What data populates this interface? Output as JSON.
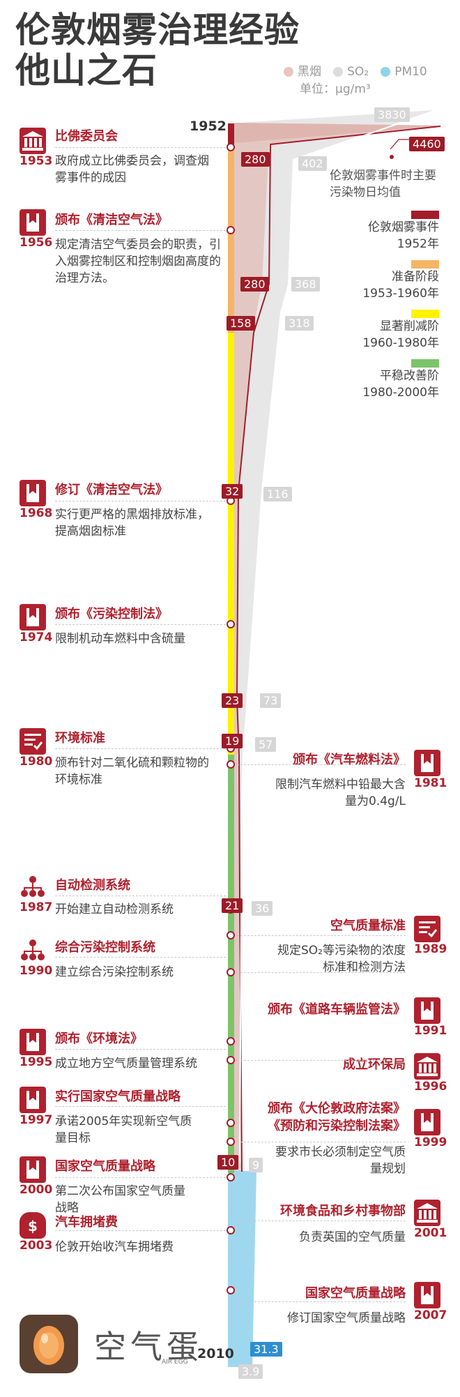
{
  "title": {
    "line1": "伦敦烟雾治理经验",
    "line2": "他山之石"
  },
  "legend": {
    "items": [
      {
        "label": "黑烟",
        "color": "#e7c6c2"
      },
      {
        "label": "SO₂",
        "color": "#dcdcdc"
      },
      {
        "label": "PM10",
        "color": "#8fd3ea"
      }
    ],
    "unit": "单位：μg/m³"
  },
  "peak_note": "伦敦烟雾事件时主要污染物日均值",
  "periods": [
    {
      "label": "伦敦烟雾事件",
      "range": "1952年",
      "color": "#a31c2a"
    },
    {
      "label": "准备阶段",
      "range": "1953-1960年",
      "color": "#f6b466"
    },
    {
      "label": "显著削减阶",
      "range": "1960-1980年",
      "color": "#fff200"
    },
    {
      "label": "平稳改善阶",
      "range": "1980-2000年",
      "color": "#7cc46a"
    }
  ],
  "timeline": {
    "start": "1952",
    "end": "2010"
  },
  "values": {
    "peak_so2": "3830",
    "peak_smoke": "4460",
    "smoke": [
      "280",
      "280",
      "158",
      "32",
      "23",
      "19",
      "21",
      "10"
    ],
    "so2": [
      "402",
      "368",
      "318",
      "116",
      "73",
      "57",
      "36",
      "9"
    ],
    "pm10_end": "31.3",
    "so2_end": "3.9"
  },
  "events_left": [
    {
      "year": "1953",
      "title": "比佛委员会",
      "desc": "政府成立比佛委员会，调查烟雾事件的成因",
      "icon": "government-building-icon"
    },
    {
      "year": "1956",
      "title": "颁布《清洁空气法》",
      "desc": "规定清洁空气委员会的职责，引入烟雾控制区和控制烟囱高度的治理方法。",
      "icon": "law-book-icon"
    },
    {
      "year": "1968",
      "title": "修订《清洁空气法》",
      "desc": "实行更严格的黑烟排放标准，提高烟囱标准",
      "icon": "law-book-icon"
    },
    {
      "year": "1974",
      "title": "颁布《污染控制法》",
      "desc": "限制机动车燃料中含硫量",
      "icon": "law-book-icon"
    },
    {
      "year": "1980",
      "title": "环境标准",
      "desc": "颁布针对二氧化硫和颗粒物的环境标准",
      "icon": "checklist-icon"
    },
    {
      "year": "1987",
      "title": "自动检测系统",
      "desc": "开始建立自动检测系统",
      "icon": "network-icon"
    },
    {
      "year": "1990",
      "title": "综合污染控制系统",
      "desc": "建立综合污染控制系统",
      "icon": "network-icon"
    },
    {
      "year": "1995",
      "title": "颁布《环境法》",
      "desc": "成立地方空气质量管理系统",
      "icon": "law-book-icon"
    },
    {
      "year": "1997",
      "title": "实行国家空气质量战略",
      "desc": "承诺2005年实现新空气质量目标",
      "icon": "law-book-icon"
    },
    {
      "year": "2000",
      "title": "国家空气质量战略",
      "desc": "第二次公布国家空气质量战略",
      "icon": "law-book-icon"
    },
    {
      "year": "2003",
      "title": "汽车拥堵费",
      "desc": "伦敦开始收汽车拥堵费",
      "icon": "money-bag-icon"
    }
  ],
  "events_right": [
    {
      "year": "1981",
      "title": "颁布《汽车燃料法》",
      "desc": "限制汽车燃料中铅最大含量为0.4g/L",
      "icon": "law-book-icon"
    },
    {
      "year": "1989",
      "title": "空气质量标准",
      "desc": "规定SO₂等污染物的浓度标准和检测方法",
      "icon": "checklist-icon"
    },
    {
      "year": "1991",
      "title": "颁布《道路车辆监管法》",
      "desc": "",
      "icon": "law-book-icon"
    },
    {
      "year": "1996",
      "title": "成立环保局",
      "desc": "",
      "icon": "government-building-icon"
    },
    {
      "year": "1999",
      "title": "颁布《大伦敦政府法案》《预防和污染控制法案》",
      "title2": "《预防和污染控制法案》",
      "title1": "颁布《大伦敦政府法案》",
      "desc": "要求市长必须制定空气质量规划",
      "icon": "law-book-icon"
    },
    {
      "year": "2001",
      "title": "环境食品和乡村事物部",
      "desc": "负责英国的空气质量",
      "icon": "government-building-icon"
    },
    {
      "year": "2007",
      "title": "国家空气质量战略",
      "desc": "修订国家空气质量战略",
      "icon": "law-book-icon"
    }
  ],
  "logo": {
    "text": "空气蛋",
    "subtext": "AIR EGG"
  }
}
